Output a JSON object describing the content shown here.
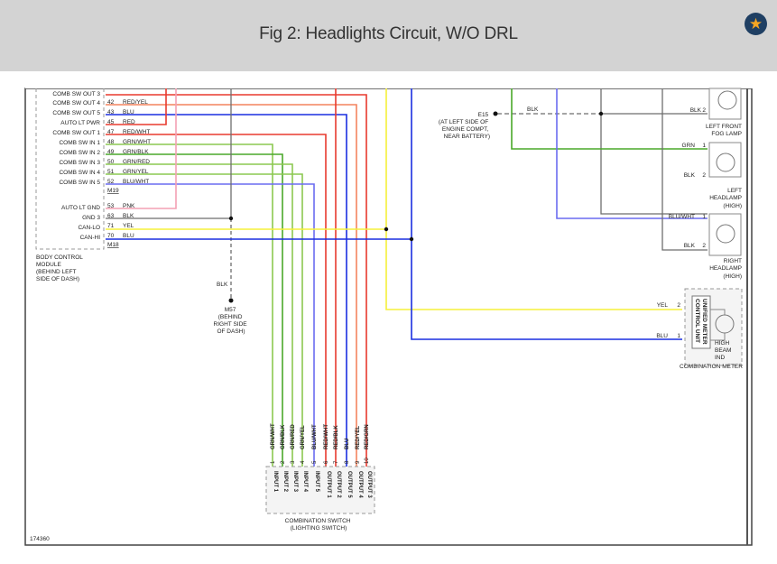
{
  "header": {
    "title": "Fig 2: Headlights Circuit, W/O DRL",
    "favorite_icon": "star-icon"
  },
  "bcm": {
    "pins": [
      {
        "label": "COMB SW OUT 3",
        "pin": "",
        "wire": ""
      },
      {
        "label": "COMB SW OUT 4",
        "pin": "42",
        "wire": "RED/YEL"
      },
      {
        "label": "COMB SW OUT 5",
        "pin": "43",
        "wire": "BLU"
      },
      {
        "label": "AUTO LT PWR",
        "pin": "45",
        "wire": "RED"
      },
      {
        "label": "COMB SW OUT 1",
        "pin": "47",
        "wire": "RED/WHT"
      },
      {
        "label": "COMB SW IN 1",
        "pin": "48",
        "wire": "GRN/WHT"
      },
      {
        "label": "COMB SW IN 2",
        "pin": "49",
        "wire": "GRN/BLK"
      },
      {
        "label": "COMB SW IN 3",
        "pin": "50",
        "wire": "GRN/RED"
      },
      {
        "label": "COMB SW IN 4",
        "pin": "51",
        "wire": "GRN/YEL"
      },
      {
        "label": "COMB SW IN 5",
        "pin": "52",
        "wire": "BLU/WHT"
      }
    ],
    "connector_1": "M19",
    "pins2": [
      {
        "label": "AUTO LT GND",
        "pin": "53",
        "wire": "PNK"
      },
      {
        "label": "GND 3",
        "pin": "63",
        "wire": "BLK"
      },
      {
        "label": "CAN-LO",
        "pin": "71",
        "wire": "YEL"
      },
      {
        "label": "CAN-HI",
        "pin": "70",
        "wire": "BLU"
      }
    ],
    "connector_2": "M18",
    "name_lines": [
      "BODY CONTROL",
      "MODULE",
      "(BEHIND LEFT",
      "SIDE OF DASH)"
    ]
  },
  "ground_m57": {
    "wire": "BLK",
    "name_lines": [
      "M57",
      "(BEHIND",
      "RIGHT SIDE",
      "OF DASH)"
    ]
  },
  "ground_e15": {
    "wire": "BLK",
    "name_lines": [
      "E15",
      "(AT LEFT SIDE OF",
      "ENGINE COMPT,",
      "NEAR BATTERY)"
    ]
  },
  "lamps": {
    "left_fog": {
      "pin_wire": "BLK",
      "pin": "2",
      "name_lines": [
        "LEFT FRONT",
        "FOG LAMP"
      ]
    },
    "left_head": {
      "pin1_wire": "GRN",
      "pin1": "1",
      "pin2_wire": "BLK",
      "pin2": "2",
      "name_lines": [
        "LEFT",
        "HEADLAMP",
        "(HIGH)"
      ]
    },
    "right_head": {
      "pin1_wire": "BLU/WHT",
      "pin1": "1",
      "pin2_wire": "BLK",
      "pin2": "2",
      "name_lines": [
        "RIGHT",
        "HEADLAMP",
        "(HIGH)"
      ]
    }
  },
  "meter": {
    "pin2_wire": "YEL",
    "pin2": "2",
    "pin1_wire": "BLU",
    "pin1": "1",
    "unit_lines": [
      "UNIFIED METER",
      "CONTROL UNIT"
    ],
    "ind_lines": [
      "HIGH",
      "BEAM",
      "IND"
    ],
    "name": "COMBINATION METER"
  },
  "comb_switch": {
    "wires": [
      "GRN/WHT",
      "GRN/BLK",
      "GRN/RED",
      "GRN/YEL",
      "BLU/WHT",
      "RED/WHT",
      "RED/BLK",
      "BLU",
      "RED/YEL",
      "RED/GRN"
    ],
    "pins": [
      "1",
      "2",
      "3",
      "4",
      "5",
      "6",
      "7",
      "8",
      "9",
      "10"
    ],
    "labels": [
      "INPUT 1",
      "INPUT 2",
      "INPUT 3",
      "INPUT 4",
      "INPUT 5",
      "OUTPUT 1",
      "OUTPUT 2",
      "OUTPUT 5",
      "OUTPUT 4",
      "OUTPUT 3"
    ],
    "name_lines": [
      "COMBINATION SWITCH",
      "(LIGHTING SWITCH)"
    ]
  },
  "figure_id": "174360",
  "colors": {
    "red": "#e83a2f",
    "red_yel": "#f4845f",
    "blu": "#1a2fe0",
    "blu_wht": "#6a6cf0",
    "pnk": "#f3a0b4",
    "blk": "#6e6e6e",
    "yel": "#f5f03a",
    "grn": "#4aa82a",
    "grn_light": "#8cc850",
    "red_grn": "#c8742a"
  }
}
